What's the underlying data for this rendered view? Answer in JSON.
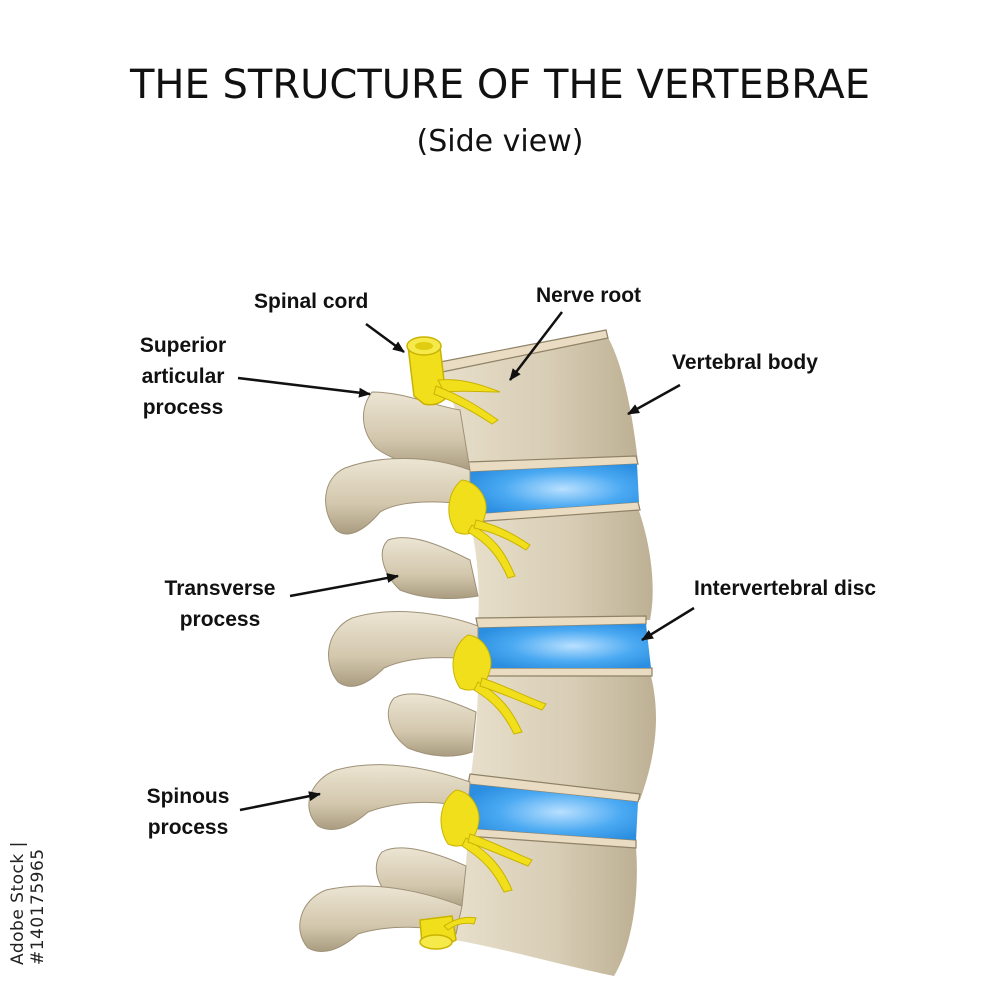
{
  "title": "THE STRUCTURE OF THE VERTEBRAE",
  "subtitle": "(Side view)",
  "labels": {
    "spinal_cord": "Spinal cord",
    "nerve_root": "Nerve root",
    "superior_articular_process": "Superior\narticular\nprocess",
    "vertebral_body": "Vertebral body",
    "transverse_process": "Transverse\nprocess",
    "intervertebral_disc": "Intervertebral disc",
    "spinous_process": "Spinous\nprocess"
  },
  "watermark": "Adobe Stock | #140175965",
  "colors": {
    "bone": "#d8cdb5",
    "bone_shadow": "#a89c83",
    "disc": "#3aa0ef",
    "disc_light": "#a8d8ff",
    "nerve": "#f2df1c",
    "nerve_dark": "#c9b300",
    "text": "#111111"
  }
}
